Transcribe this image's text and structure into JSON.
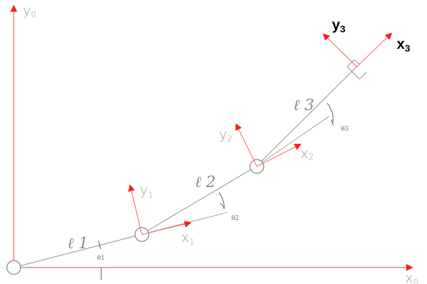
{
  "axes": {
    "y0": {
      "main": "y",
      "sub": "0"
    },
    "xn": {
      "main": "x",
      "sub": "n"
    },
    "y1": {
      "main": "y",
      "sub": "1"
    },
    "x1": {
      "main": "x",
      "sub": "1"
    },
    "y2": {
      "main": "y",
      "sub": "2"
    },
    "x2": {
      "main": "x",
      "sub": "2"
    },
    "y3": {
      "main": "y",
      "sub": "3"
    },
    "x3": {
      "main": "x",
      "sub": "3"
    }
  },
  "links": {
    "l1": "ℓ 1",
    "l2": "ℓ 2",
    "l3": "ℓ 3"
  },
  "angles": {
    "theta1": "θ1",
    "theta2": "θ2",
    "theta3": "θ3"
  },
  "colors": {
    "axis_red": "#ff1a1a",
    "link_grey": "#8c8c8c",
    "joint_grey": "#808080"
  }
}
